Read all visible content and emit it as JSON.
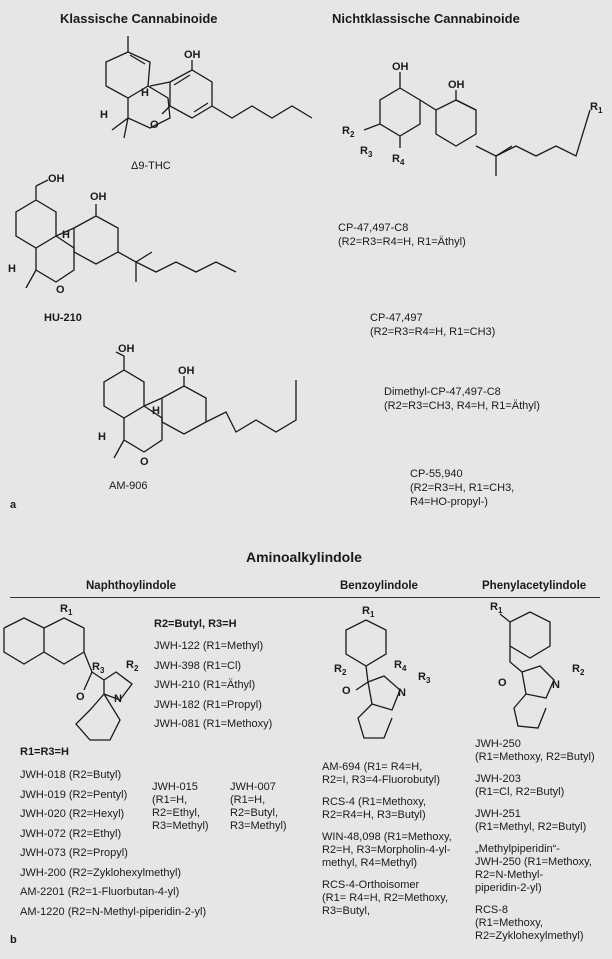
{
  "panel_a": {
    "label": "a",
    "classic_heading": "Klassische Cannabinoide",
    "nonclassic_heading": "Nichtklassische Cannabinoide",
    "thc_name": "Δ9-THC",
    "hu_name": "HU-210",
    "am906_name": "AM-906",
    "cp_c8_name": "CP-47,497-C8",
    "cp_c8_sub": "(R2=R3=R4=H, R1=Äthyl)",
    "cp_name": "CP-47,497",
    "cp_sub": "(R2=R3=R4=H, R1=CH3)",
    "dimethyl_name": "Dimethyl-CP-47,497-C8",
    "dimethyl_sub": "(R2=R3=CH3, R4=H, R1=Äthyl)",
    "cp55_name": "CP-55,940",
    "cp55_sub1": "(R2=R3=H, R1=CH3,",
    "cp55_sub2": "R4=HO-propyl-)"
  },
  "panel_b": {
    "label": "b",
    "title": "Aminoalkylindole",
    "col_naphthoyl": "Naphthoylindole",
    "col_benzoyl": "Benzoylindole",
    "col_phenylacetyl": "Phenylacetylindole",
    "r2_heading": "R2=Butyl, R3=H",
    "r2_list": [
      "JWH-122 (R1=Methyl)",
      "JWH-398 (R1=Cl)",
      "JWH-210 (R1=Äthyl)",
      "JWH-182 (R1=Propyl)",
      "JWH-081 (R1=Methoxy)"
    ],
    "r1_heading": "R1=R3=H",
    "r1_list": [
      "JWH-018 (R2=Butyl)",
      "JWH-019 (R2=Pentyl)",
      "JWH-020 (R2=Hexyl)",
      "JWH-072 (R2=Ethyl)",
      "JWH-073 (R2=Propyl)",
      "JWH-200 (R2=Zyklohexylmethyl)",
      "AM-2201 (R2=1-Fluorbutan-4-yl)",
      "AM-1220 (R2=N-Methyl-piperidin-2-yl)"
    ],
    "jwh015": [
      "JWH-015",
      "(R1=H,",
      "R2=Ethyl,",
      "R3=Methyl)"
    ],
    "jwh007": [
      "JWH-007",
      "(R1=H,",
      "R2=Butyl,",
      "R3=Methyl)"
    ],
    "benzoyl_list": [
      [
        "AM-694 (R1= R4=H,",
        "R2=I, R3=4-Fluorobutyl)"
      ],
      [
        "RCS-4 (R1=Methoxy,",
        "R2=R4=H, R3=Butyl)"
      ],
      [
        "WIN-48,098 (R1=Methoxy,",
        "R2=H, R3=Morpholin-4-yl-",
        "methyl, R4=Methyl)"
      ],
      [
        "RCS-4-Orthoisomer",
        "(R1= R4=H, R2=Methoxy,",
        "R3=Butyl,"
      ]
    ],
    "phenyl_list": [
      [
        "JWH-250",
        "(R1=Methoxy, R2=Butyl)"
      ],
      [
        "JWH-203",
        "(R1=Cl, R2=Butyl)"
      ],
      [
        "JWH-251",
        "(R1=Methyl, R2=Butyl)"
      ],
      [
        "„Methylpiperidin“-",
        "JWH-250 (R1=Methoxy,",
        "R2=N-Methyl-",
        "piperidin-2-yl)"
      ],
      [
        "RCS-8",
        "(R1=Methoxy,",
        "R2=Zyklohexylmethyl)"
      ]
    ]
  }
}
